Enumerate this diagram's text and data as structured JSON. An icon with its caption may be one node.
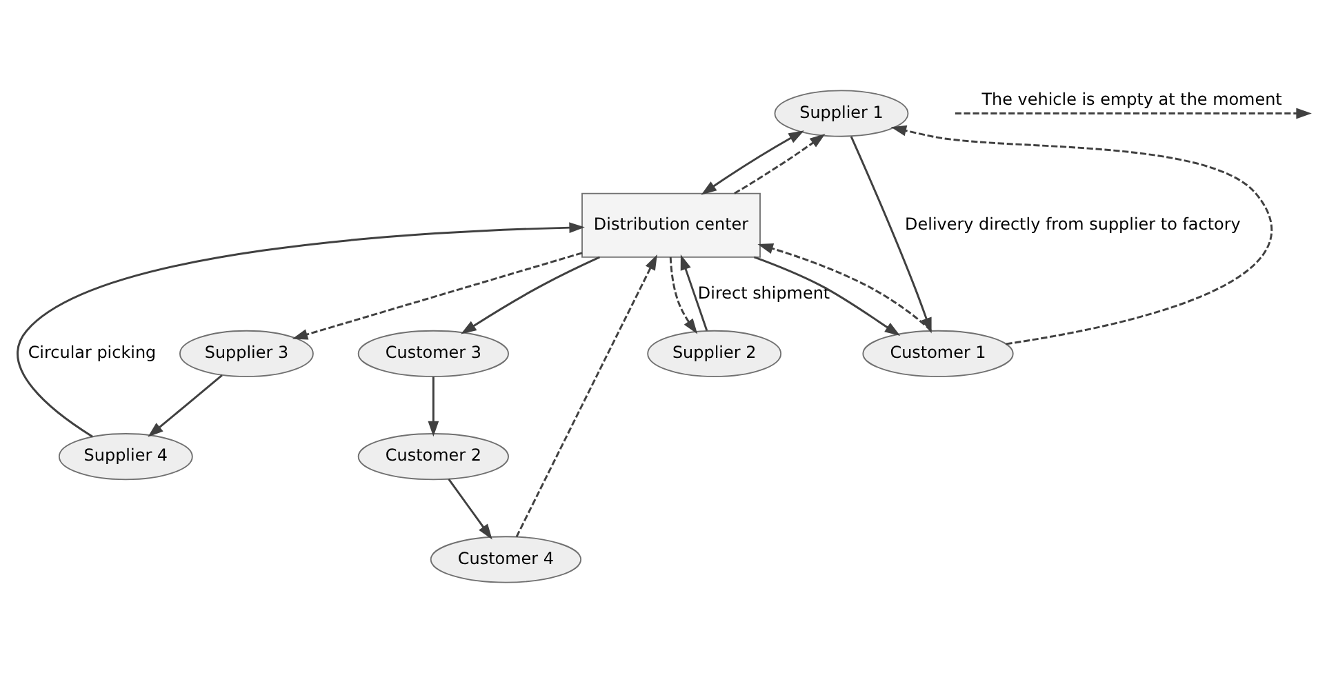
{
  "diagram": {
    "nodes": [
      {
        "text": [
          "Supplier 1"
        ]
      },
      {
        "text": [
          "Supplier 2"
        ]
      },
      {
        "text": [
          "Supplier 3"
        ]
      },
      {
        "text": [
          "Supplier 4"
        ]
      },
      {
        "text": [
          "Distribution center"
        ]
      },
      {
        "text": [
          "Customer 1"
        ]
      },
      {
        "text": [
          "Customer 3"
        ]
      },
      {
        "text": [
          "Customer 4"
        ]
      },
      {
        "text": [
          "Customer 2"
        ]
      }
    ],
    "edges": [
      {
        "from": 0,
        "to": 5,
        "arrow": "to",
        "label": "Delivery directly from supplier to factory"
      },
      {
        "from": 5,
        "to": 0,
        "arrow": "to",
        "style": "dashed"
      },
      {
        "from": 0,
        "to": 4,
        "arrow": "both"
      },
      {
        "from": 4,
        "to": 0,
        "arrow": "to",
        "style": "dashed"
      },
      {
        "from": 1,
        "to": 4,
        "arrow": "to",
        "label": "Direct shipment"
      },
      {
        "from": 4,
        "to": 1,
        "arrow": "to",
        "style": "dashed"
      },
      {
        "from": 4,
        "to": 2,
        "arrow": "to",
        "style": "dashed"
      },
      {
        "from": 2,
        "to": 3,
        "arrow": "to"
      },
      {
        "from": 3,
        "to": 4,
        "arrow": "to",
        "label": "Circular picking"
      },
      {
        "from": 4,
        "to": 5,
        "arrow": "to"
      },
      {
        "from": 5,
        "to": 4,
        "arrow": "to",
        "style": "dashed"
      },
      {
        "from": 4,
        "to": 6,
        "arrow": "to"
      },
      {
        "from": 6,
        "to": 8,
        "arrow": "to"
      },
      {
        "from": 8,
        "to": 7,
        "arrow": "to"
      },
      {
        "from": 7,
        "to": 4,
        "arrow": "to",
        "style": "dashed"
      }
    ],
    "legend": [
      {
        "text": "The vehicle is empty at the moment"
      }
    ]
  }
}
